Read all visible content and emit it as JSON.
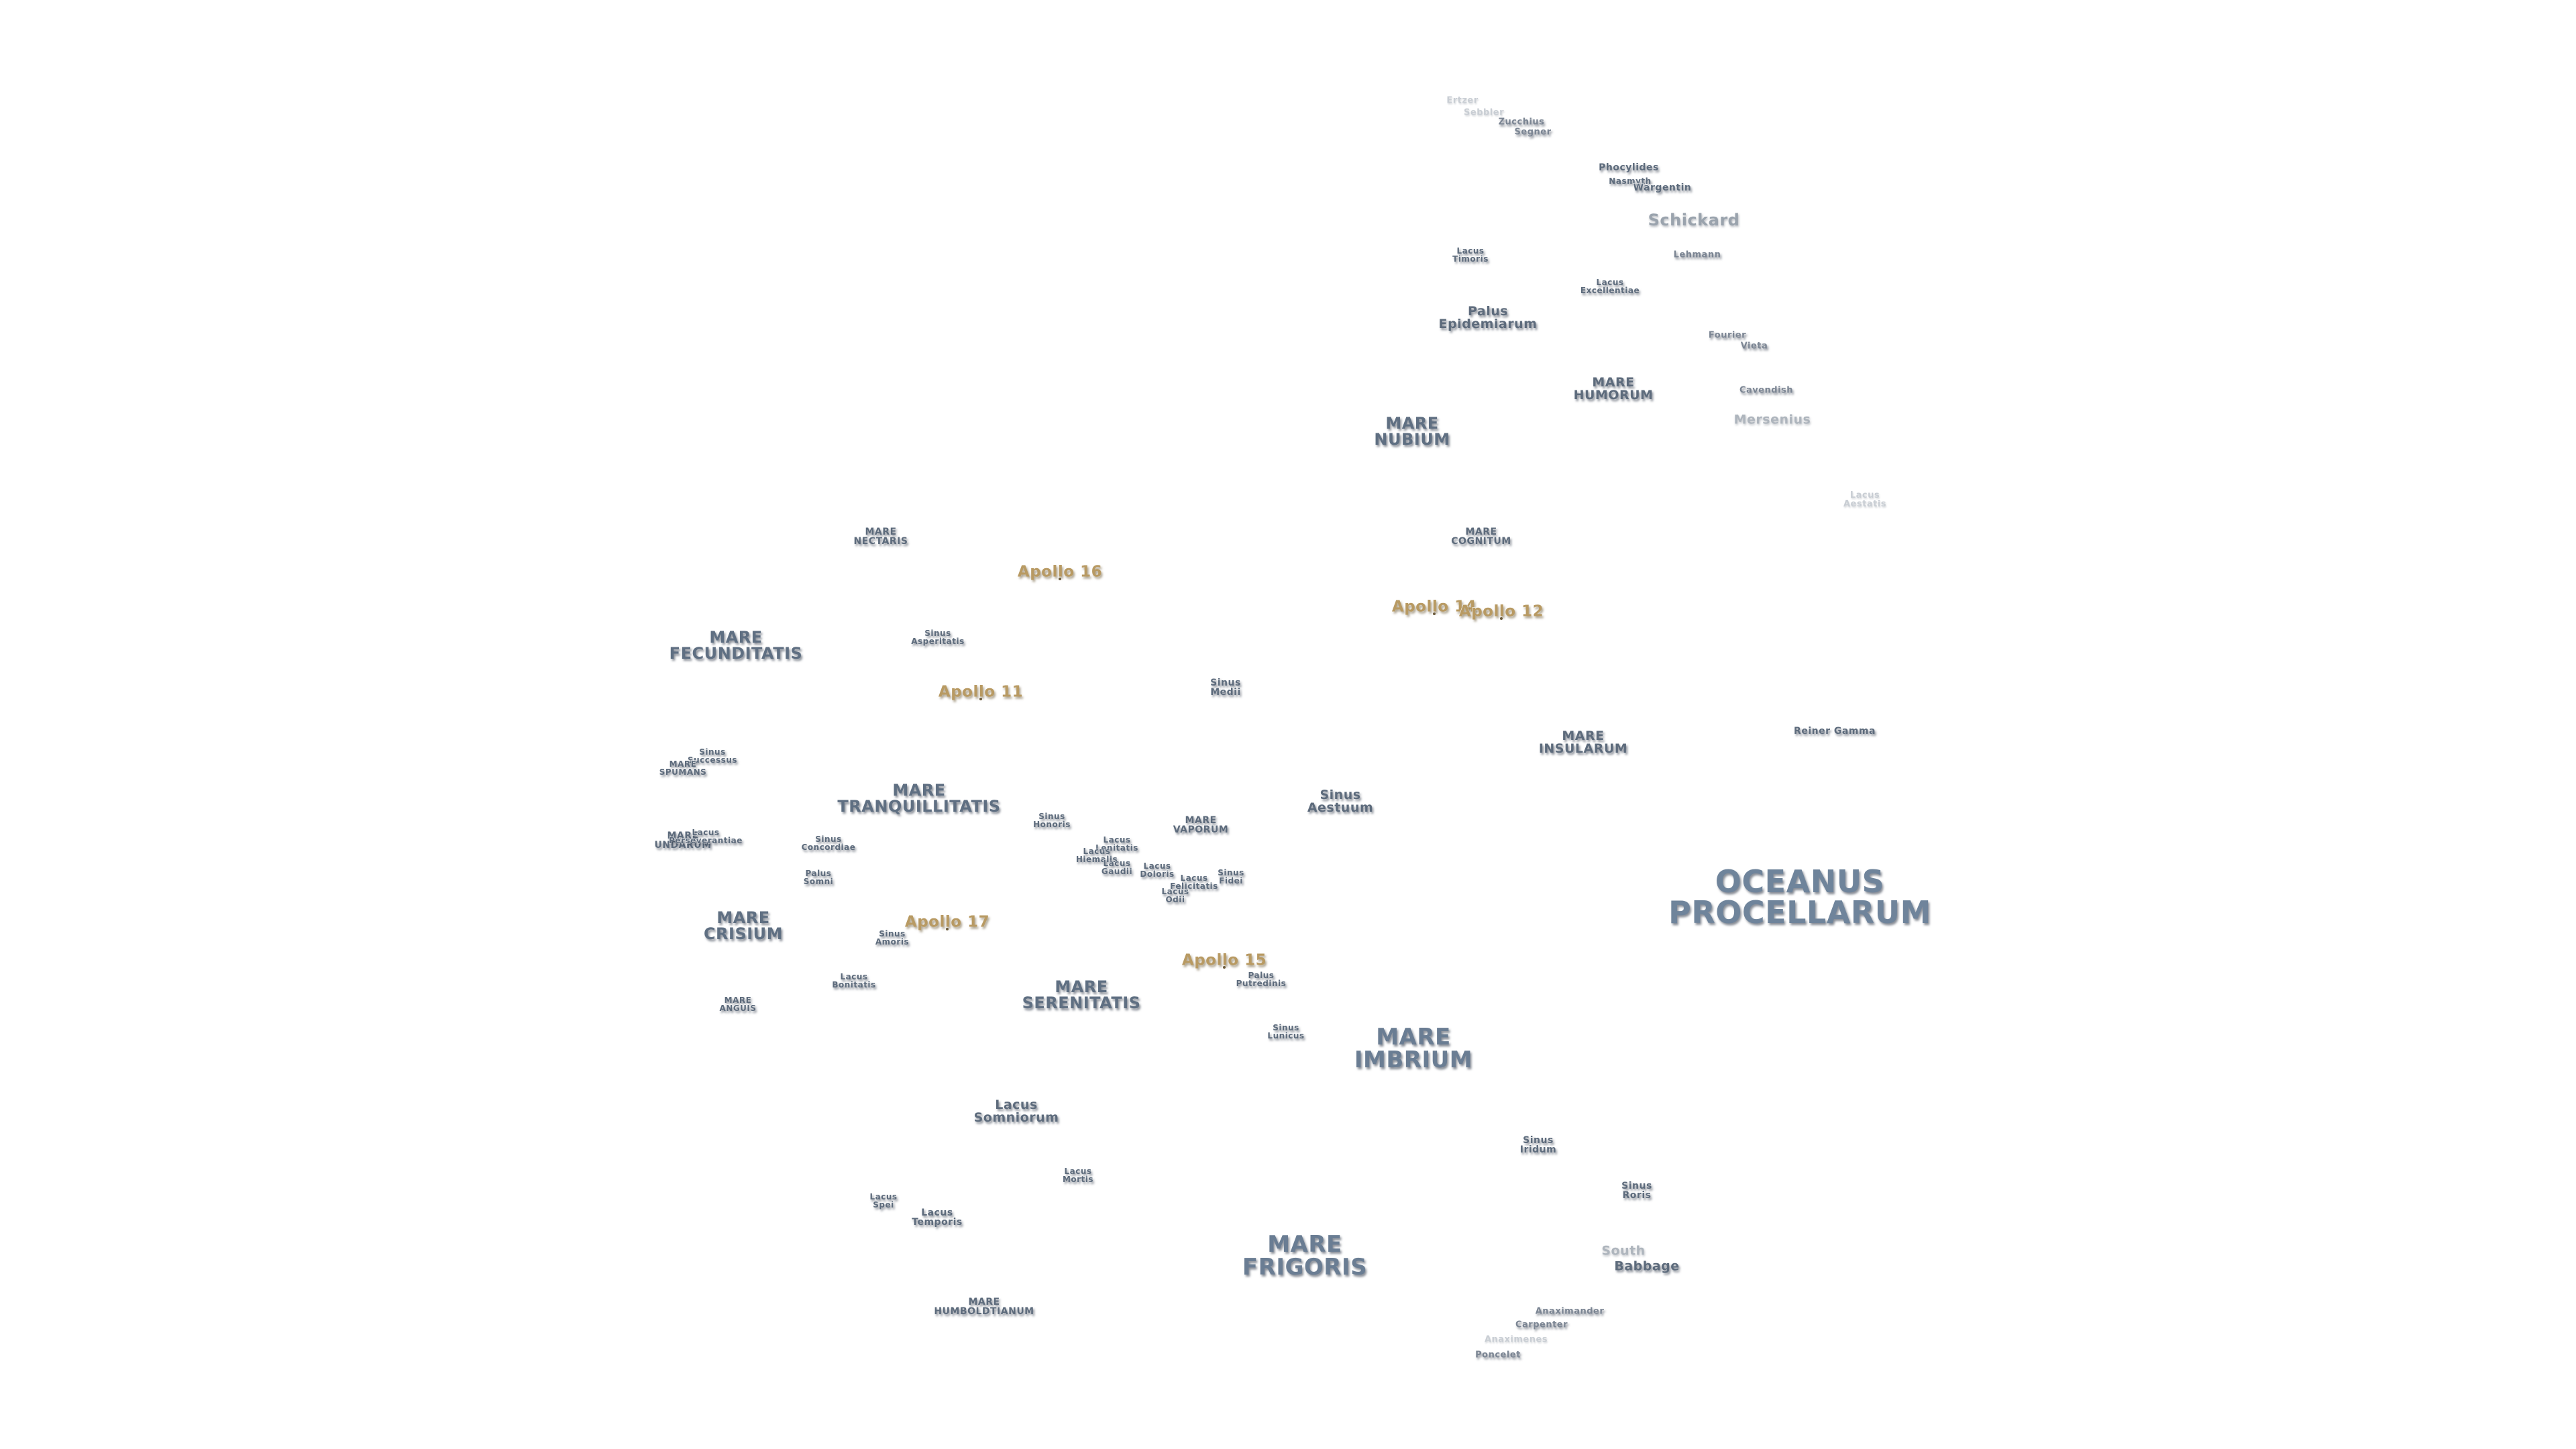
{
  "features": [
    {
      "name": "Ertzer",
      "cls": "faint"
    },
    {
      "name": "Sebbler",
      "cls": "faint"
    },
    {
      "name": "Zucchius",
      "cls": "crater"
    },
    {
      "name": "Segner",
      "cls": "crater"
    },
    {
      "name": "Phocylides",
      "cls": "small"
    },
    {
      "name": "Nasmyth",
      "cls": "tiny"
    },
    {
      "name": "Wargentin",
      "cls": "small"
    },
    {
      "name": "Schickard",
      "cls": "crLg"
    },
    {
      "name": "Lacus\nTimoris",
      "cls": "tiny"
    },
    {
      "name": "Lehmann",
      "cls": "crater"
    },
    {
      "name": "Lacus\nExcellentiae",
      "cls": "tiny"
    },
    {
      "name": "Palus\nEpidemiarum",
      "cls": "mid"
    },
    {
      "name": "Fourier",
      "cls": "crater"
    },
    {
      "name": "Vieta",
      "cls": "crater"
    },
    {
      "name": "MARE\nHUMORUM",
      "cls": "mid"
    },
    {
      "name": "Cavendish",
      "cls": "crater"
    },
    {
      "name": "MARE\nNUBIUM",
      "cls": "mare"
    },
    {
      "name": "Mersenius",
      "cls": "crMd"
    },
    {
      "name": "Lacus\nAestatis",
      "cls": "faint"
    },
    {
      "name": "MARE\nNECTARIS",
      "cls": "small"
    },
    {
      "name": "MARE\nCOGNITUM",
      "cls": "small"
    },
    {
      "name": "Sinus\nAsperitatis",
      "cls": "tiny"
    },
    {
      "name": "MARE\nFECUNDITATIS",
      "cls": "mare"
    },
    {
      "name": "Sinus\nMedii",
      "cls": "small"
    },
    {
      "name": "MARE\nINSULARUM",
      "cls": "mid"
    },
    {
      "name": "Reiner Gamma",
      "cls": "small"
    },
    {
      "name": "Sinus\nSuccessus",
      "cls": "tiny"
    },
    {
      "name": "MARE\nSPUMANS",
      "cls": "tiny"
    },
    {
      "name": "MARE\nTRANQUILLITATIS",
      "cls": "mare"
    },
    {
      "name": "Sinus\nHonoris",
      "cls": "tiny"
    },
    {
      "name": "MARE\nVAPORUM",
      "cls": "small"
    },
    {
      "name": "Sinus\nAestuum",
      "cls": "mid"
    },
    {
      "name": "MARE\nUNDARUM",
      "cls": "small"
    },
    {
      "name": "Lacus\nPerseverantiae",
      "cls": "tiny"
    },
    {
      "name": "Sinus\nConcordiae",
      "cls": "tiny"
    },
    {
      "name": "Lacus\nLenitatis",
      "cls": "tiny"
    },
    {
      "name": "Lacus\nHiemalis",
      "cls": "tiny"
    },
    {
      "name": "Lacus\nGaudii",
      "cls": "tiny"
    },
    {
      "name": "Lacus\nDoloris",
      "cls": "tiny"
    },
    {
      "name": "Lacus\nFelicitatis",
      "cls": "tiny"
    },
    {
      "name": "Lacus\nOdii",
      "cls": "tiny"
    },
    {
      "name": "Sinus\nFidei",
      "cls": "tiny"
    },
    {
      "name": "OCEANUS\nPROCELLARUM",
      "cls": "mareXL"
    },
    {
      "name": "Palus\nSomni",
      "cls": "tiny"
    },
    {
      "name": "MARE\nCRISIUM",
      "cls": "mare"
    },
    {
      "name": "Sinus\nAmoris",
      "cls": "tiny"
    },
    {
      "name": "Palus\nPutredinis",
      "cls": "tiny"
    },
    {
      "name": "Lacus\nBonitatis",
      "cls": "tiny"
    },
    {
      "name": "MARE\nSERENITATIS",
      "cls": "mare"
    },
    {
      "name": "MARE\nANGUIS",
      "cls": "tiny"
    },
    {
      "name": "Sinus\nLunicus",
      "cls": "tiny"
    },
    {
      "name": "MARE\nIMBRIUM",
      "cls": "mareL"
    },
    {
      "name": "Lacus\nSomniorum",
      "cls": "mid"
    },
    {
      "name": "Sinus\nIridum",
      "cls": "small"
    },
    {
      "name": "Lacus\nMortis",
      "cls": "tiny"
    },
    {
      "name": "Sinus\nRoris",
      "cls": "small"
    },
    {
      "name": "Lacus\nSpei",
      "cls": "tiny"
    },
    {
      "name": "Lacus\nTemporis",
      "cls": "small"
    },
    {
      "name": "MARE\nFRIGORIS",
      "cls": "mareL"
    },
    {
      "name": "South",
      "cls": "crMd"
    },
    {
      "name": "Babbage",
      "cls": "mid"
    },
    {
      "name": "Anaximander",
      "cls": "crater"
    },
    {
      "name": "Carpenter",
      "cls": "crater"
    },
    {
      "name": "Anaximenes",
      "cls": "faint"
    },
    {
      "name": "Poncelet",
      "cls": "crater"
    },
    {
      "name": "MARE\nHUMBOLDTIANUM",
      "cls": "small"
    }
  ],
  "apollo_sites": [
    {
      "name": "Apollo 16"
    },
    {
      "name": "Apollo 14"
    },
    {
      "name": "Apollo 12"
    },
    {
      "name": "Apollo 11"
    },
    {
      "name": "Apollo 17"
    },
    {
      "name": "Apollo 15"
    }
  ]
}
